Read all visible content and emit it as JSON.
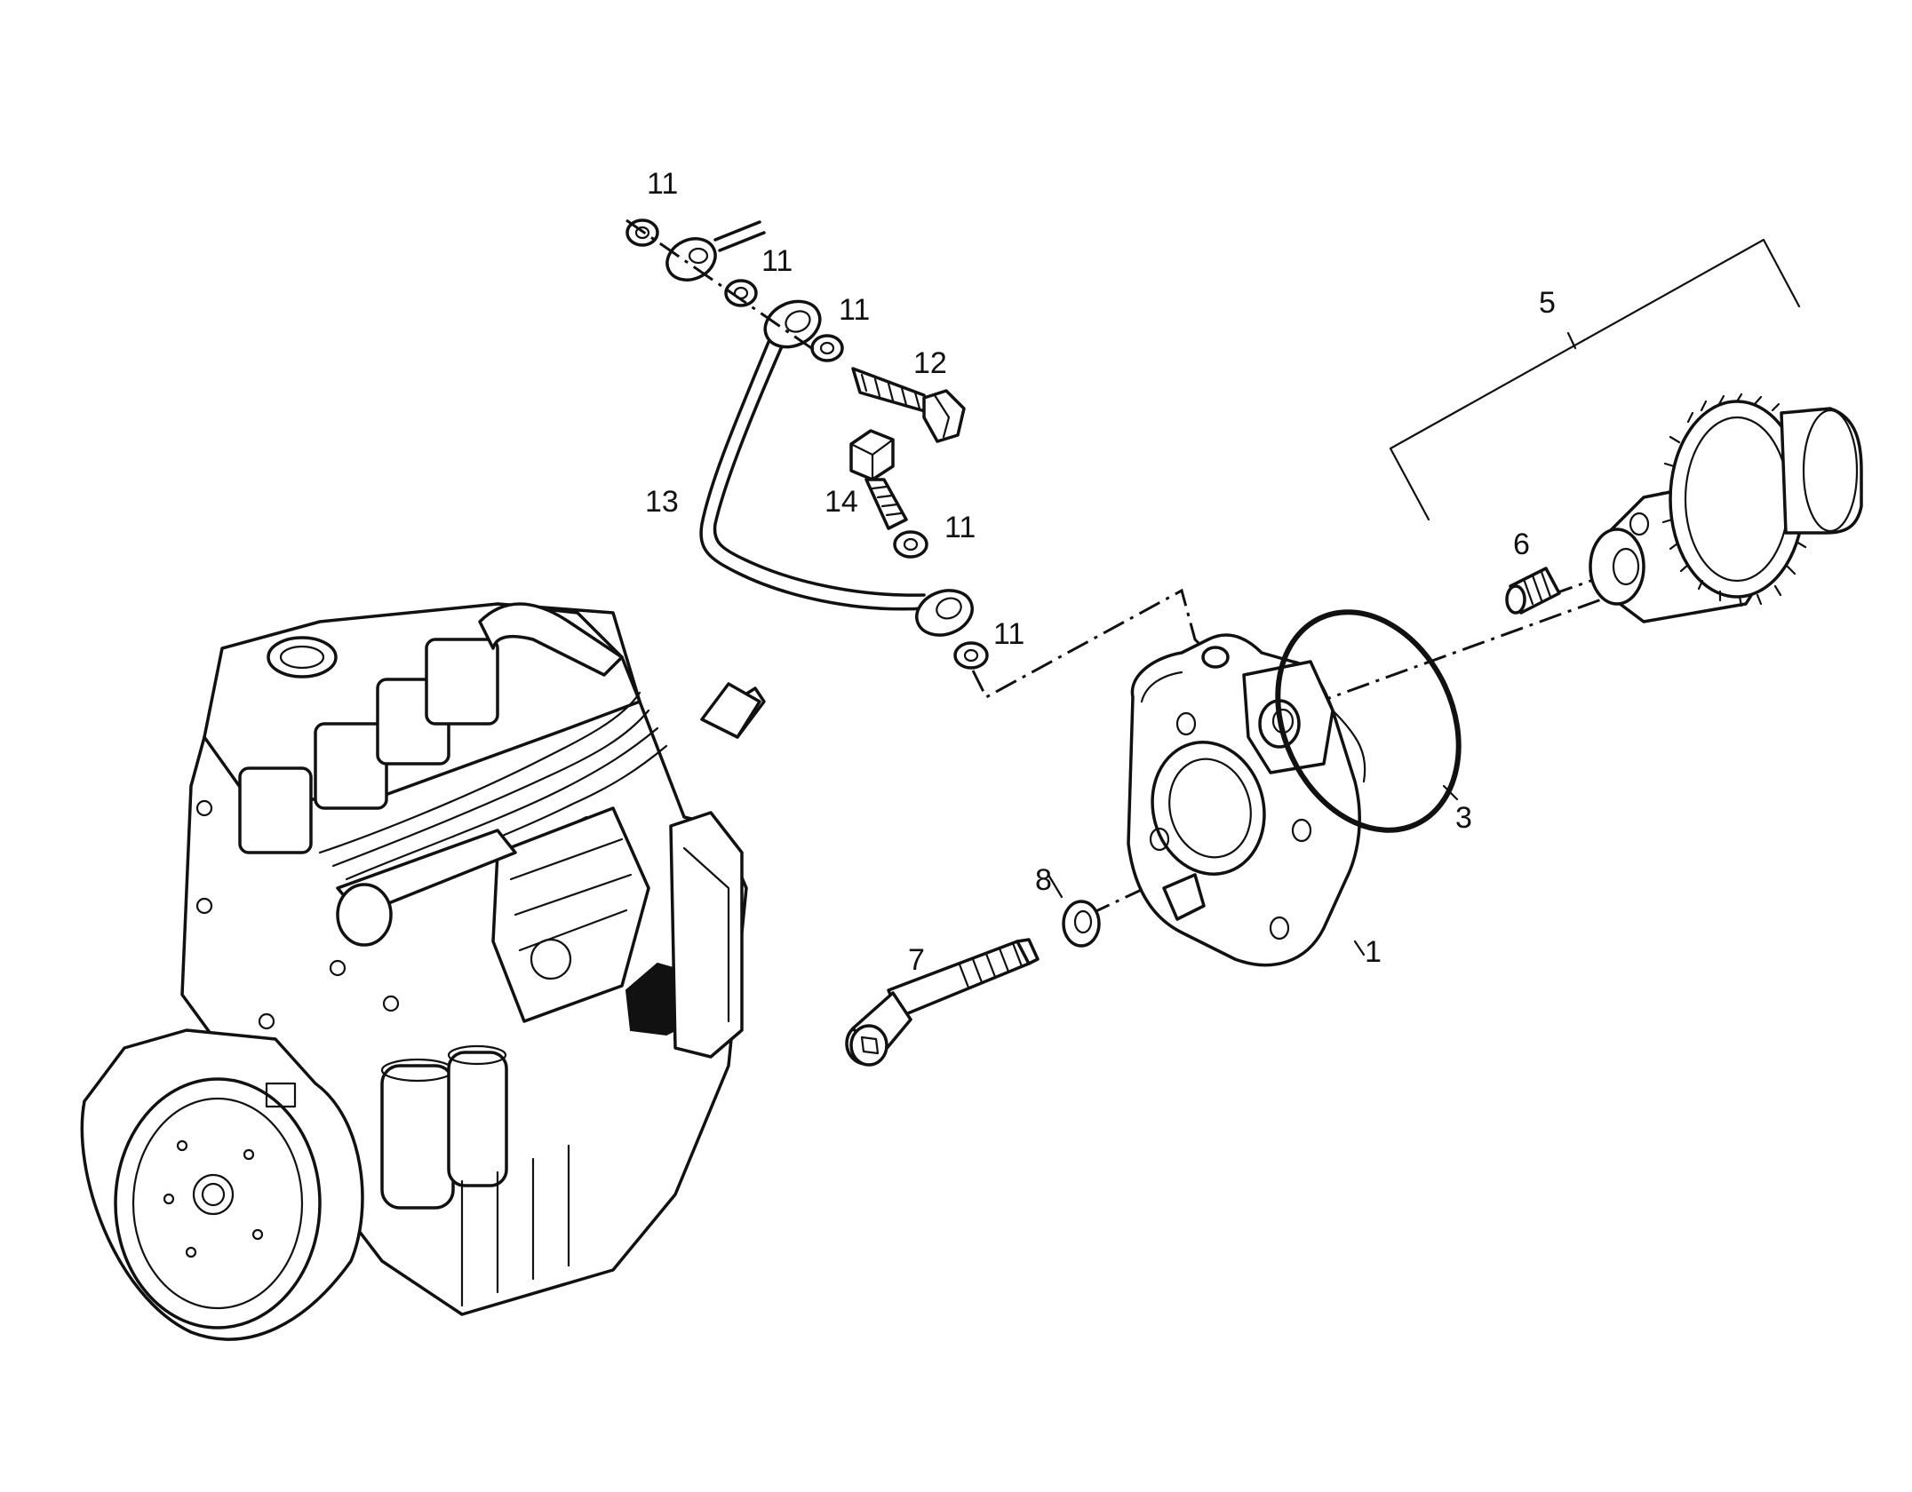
{
  "callouts": {
    "c1": "1",
    "c3": "3",
    "c5": "5",
    "c6": "6",
    "c7": "7",
    "c8": "8",
    "c11a": "11",
    "c11b": "11",
    "c11c": "11",
    "c11d": "11",
    "c11e": "11",
    "c12": "12",
    "c13": "13",
    "c14": "14"
  }
}
